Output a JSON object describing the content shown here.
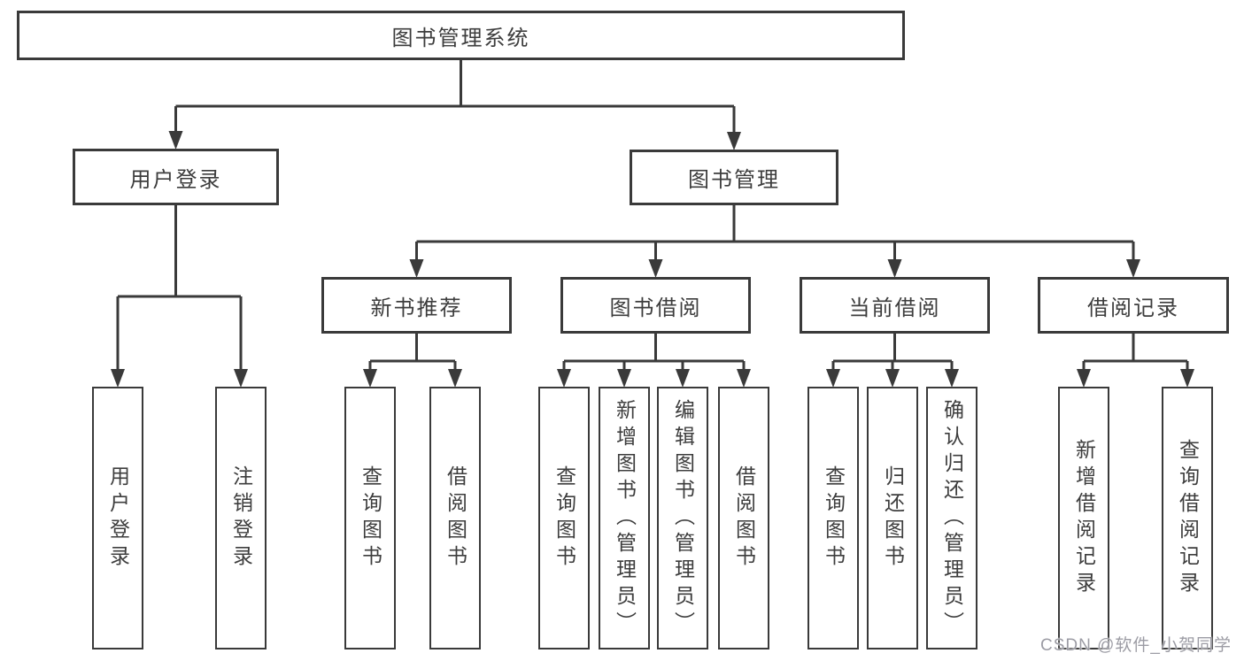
{
  "diagram": {
    "title": "图书管理系统",
    "watermark": "CSDN @软件_小贺同学",
    "colors": {
      "line": "#3a3a3a",
      "text": "#3d3d3d",
      "box_background": "#ffffff",
      "watermark": "#9c9ca4"
    },
    "nodes": [
      {
        "id": "root",
        "label": "图书管理系统",
        "level": 1,
        "parent": null
      },
      {
        "id": "user-login",
        "label": "用户登录",
        "level": 2,
        "parent": "root"
      },
      {
        "id": "book-mgmt",
        "label": "图书管理",
        "level": 2,
        "parent": "root"
      },
      {
        "id": "new-book-rec",
        "label": "新书推荐",
        "level": 3,
        "parent": "book-mgmt"
      },
      {
        "id": "book-borrow",
        "label": "图书借阅",
        "level": 3,
        "parent": "book-mgmt"
      },
      {
        "id": "current-borrow",
        "label": "当前借阅",
        "level": 3,
        "parent": "book-mgmt"
      },
      {
        "id": "borrow-records",
        "label": "借阅记录",
        "level": 3,
        "parent": "book-mgmt"
      },
      {
        "id": "leaf-user-login",
        "label": "用户登录",
        "level": 4,
        "parent": "user-login"
      },
      {
        "id": "leaf-logout",
        "label": "注销登录",
        "level": 4,
        "parent": "user-login"
      },
      {
        "id": "leaf-query-book-1",
        "label": "查询图书",
        "level": 4,
        "parent": "new-book-rec"
      },
      {
        "id": "leaf-borrow-book-1",
        "label": "借阅图书",
        "level": 4,
        "parent": "new-book-rec"
      },
      {
        "id": "leaf-query-book-2",
        "label": "查询图书",
        "level": 4,
        "parent": "book-borrow"
      },
      {
        "id": "leaf-add-book",
        "label": "新增图书（管理员）",
        "level": 4,
        "parent": "book-borrow"
      },
      {
        "id": "leaf-edit-book",
        "label": "编辑图书（管理员）",
        "level": 4,
        "parent": "book-borrow"
      },
      {
        "id": "leaf-borrow-book-2",
        "label": "借阅图书",
        "level": 4,
        "parent": "book-borrow"
      },
      {
        "id": "leaf-query-book-3",
        "label": "查询图书",
        "level": 4,
        "parent": "current-borrow"
      },
      {
        "id": "leaf-return-book",
        "label": "归还图书",
        "level": 4,
        "parent": "current-borrow"
      },
      {
        "id": "leaf-confirm-return",
        "label": "确认归还（管理员）",
        "level": 4,
        "parent": "current-borrow"
      },
      {
        "id": "leaf-add-borrow-record",
        "label": "新增借阅记录",
        "level": 4,
        "parent": "borrow-records"
      },
      {
        "id": "leaf-query-borrow-record",
        "label": "查询借阅记录",
        "level": 4,
        "parent": "borrow-records"
      }
    ]
  }
}
